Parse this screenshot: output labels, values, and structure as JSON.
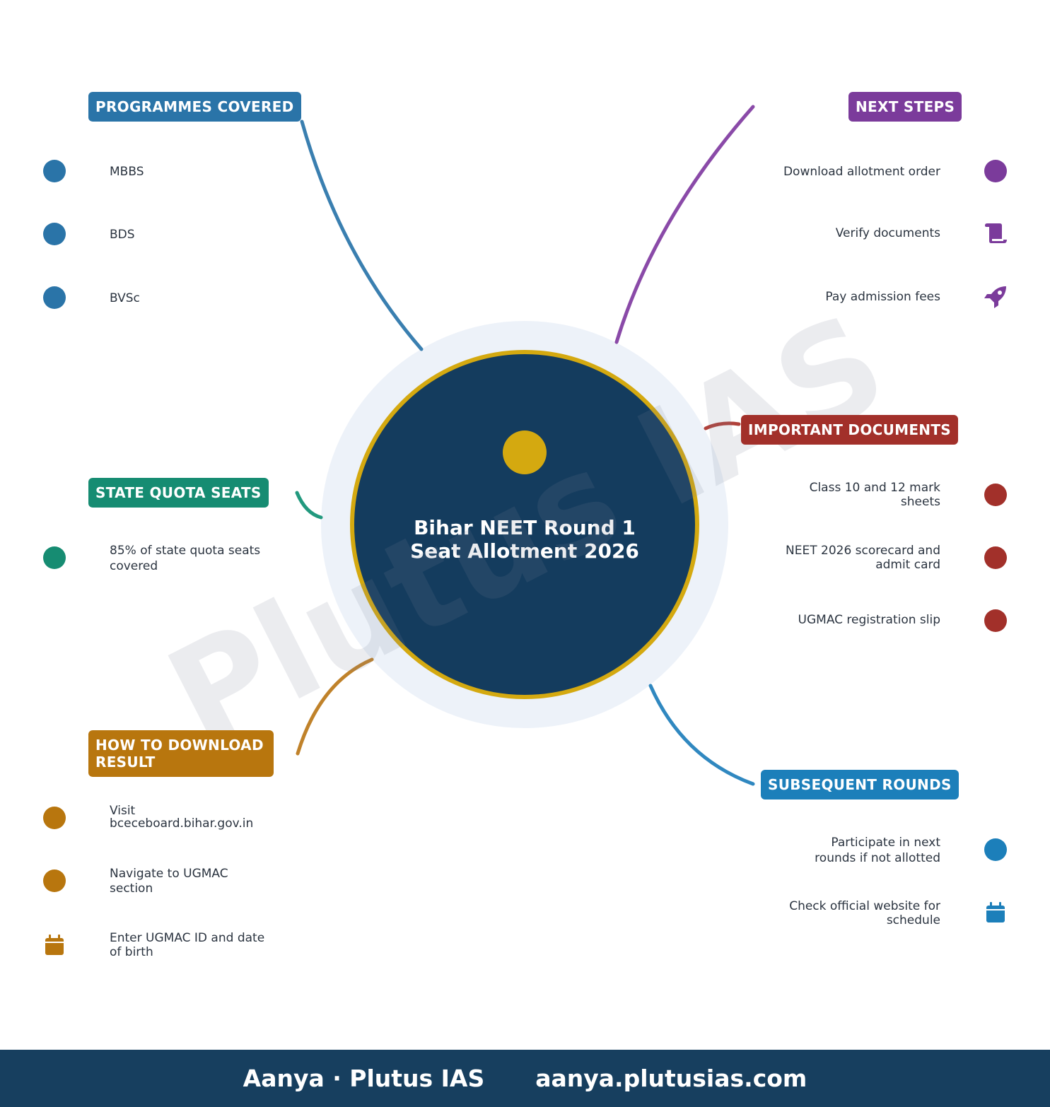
{
  "center": {
    "title": "Bihar NEET Round 1 Seat Allotment 2026",
    "fill": "#143c5e",
    "ring": "#d4a910",
    "halo": "#edf2f9",
    "dot": "#d4a910"
  },
  "watermark": "Plutus IAS",
  "branches": {
    "programmes": {
      "label": "PROGRAMMES COVERED",
      "color": "#2a74a8",
      "items": [
        "MBBS",
        "BDS",
        "BVSc"
      ]
    },
    "state_quota": {
      "label": "STATE QUOTA SEATS",
      "color": "#168c72",
      "items": [
        "85% of state quota seats covered"
      ]
    },
    "how_to": {
      "label": "HOW TO DOWNLOAD RESULT",
      "color": "#b8760e",
      "items": [
        "Visit bceceboard.bihar.gov.in",
        "Navigate to UGMAC section",
        "Enter UGMAC ID and date of birth"
      ]
    },
    "next_steps": {
      "label": "NEXT STEPS",
      "color": "#7b3b9b",
      "items": [
        "Download allotment order",
        "Verify documents",
        "Pay admission fees"
      ]
    },
    "documents": {
      "label": "IMPORTANT DOCUMENTS",
      "color": "#a2302a",
      "items": [
        "Class 10 and 12 mark sheets",
        "NEET 2026 scorecard and admit card",
        "UGMAC registration slip"
      ]
    },
    "subsequent": {
      "label": "SUBSEQUENT ROUNDS",
      "color": "#1c7fba",
      "items": [
        "Participate in next rounds if not allotted",
        "Check official website for schedule"
      ]
    }
  },
  "icons": {
    "verify_documents": "scroll-icon",
    "pay_fees": "rocket-icon",
    "enter_id": "calendar-icon",
    "check_website": "calendar-icon"
  },
  "footer": {
    "brand": "Aanya · Plutus IAS",
    "url": "aanya.plutusias.com",
    "background": "#173f5f"
  }
}
